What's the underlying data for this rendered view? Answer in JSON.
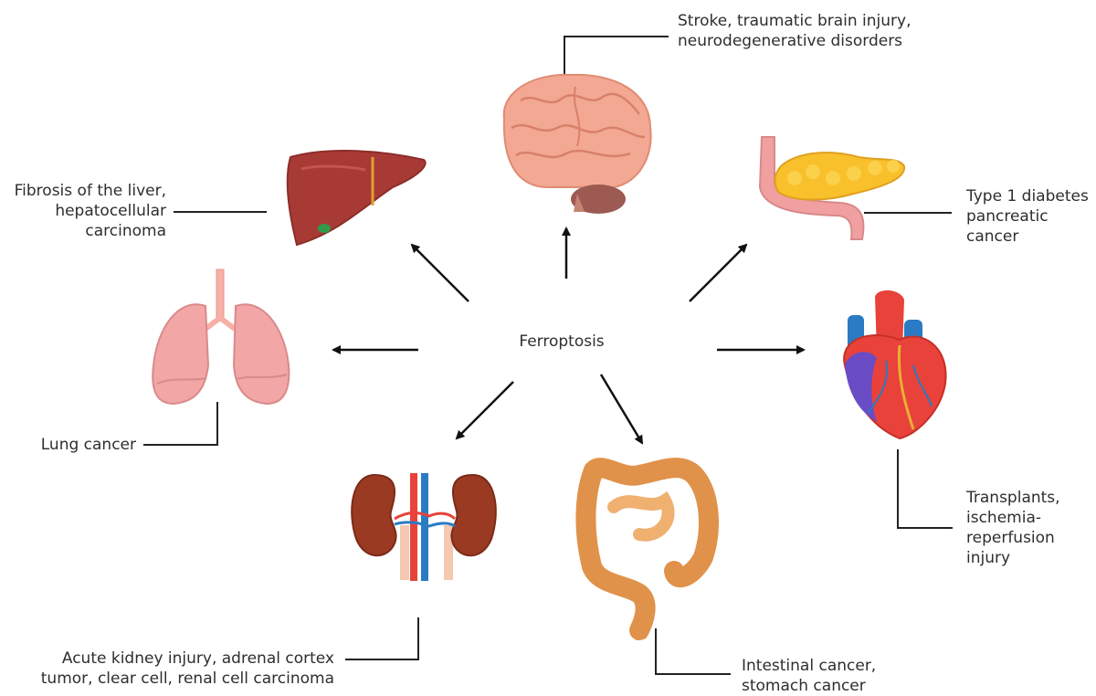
{
  "center": {
    "label": "Ferroptosis"
  },
  "organs": {
    "brain": {
      "label": "Stroke, traumatic brain injury,\nneurodegenerative disorders",
      "icon": "brain-icon"
    },
    "liver": {
      "label": "Fibrosis of the liver,\nhepatocellular\ncarcinoma",
      "icon": "liver-icon"
    },
    "pancreas": {
      "label": "Type 1 diabetes\npancreatic\ncancer",
      "icon": "pancreas-icon"
    },
    "lungs": {
      "label": "Lung cancer",
      "icon": "lungs-icon"
    },
    "heart": {
      "label": "Transplants,\nischemia-\nreperfusion\ninjury",
      "icon": "heart-icon"
    },
    "kidney": {
      "label": "Acute kidney injury, adrenal cortex\ntumor, clear cell, renal cell carcinoma",
      "icon": "kidney-icon"
    },
    "intestine": {
      "label": "Intestinal cancer,\nstomach cancer",
      "icon": "intestine-icon"
    }
  },
  "colors": {
    "brain": "#f2a893",
    "liver": "#a83a36",
    "pancreas": "#f8c02b",
    "lungs": "#f2a6a6",
    "heart": "#e8423a",
    "kidney": "#9a3a22",
    "intestine": "#e0924a",
    "arrow": "#111111"
  }
}
